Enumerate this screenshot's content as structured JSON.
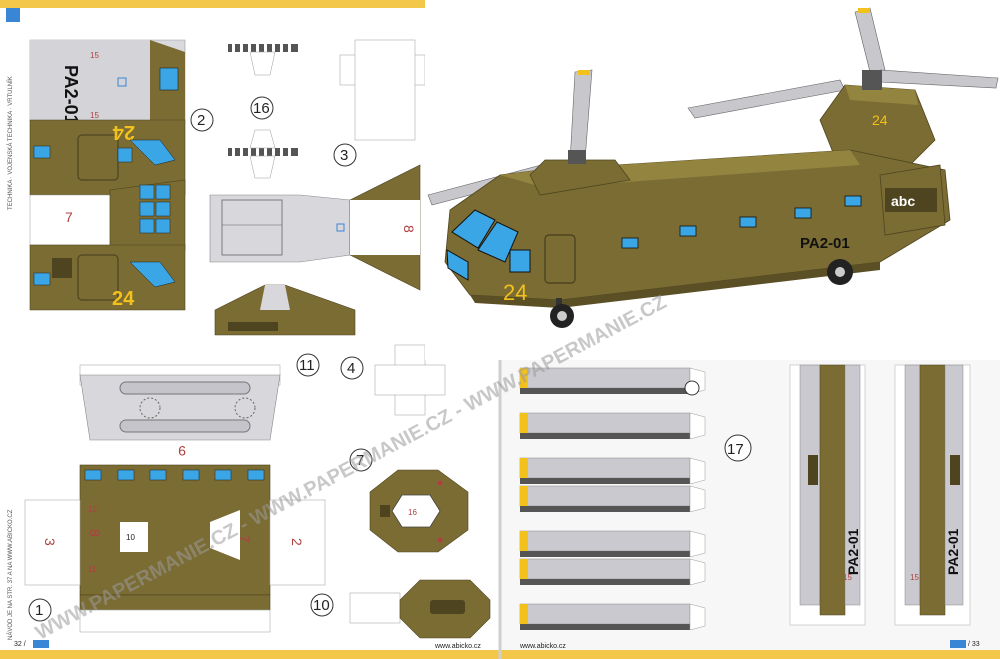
{
  "left_page": {
    "vertical_title": "TECHNIKA · VOJENSKÁ TECHNIKA · VRTULNÍK",
    "vertical_note": "NÁVOD JE NA STR. 37 A NA WWW.ABICKO.CZ",
    "page_number": "32 /",
    "site": "www.abicko.cz"
  },
  "right_page": {
    "page_number": "/ 33",
    "site": "www.abicko.cz"
  },
  "watermark": "WWW.PAPERMANIE.CZ - WWW.PAPERMANIE.CZ - WWW.PAPERMANIE.CZ",
  "helicopter": {
    "registration": "PA2-01",
    "number": "24",
    "logo": "abc"
  },
  "parts": {
    "n1": "1",
    "n2": "2",
    "n3": "3",
    "n4": "4",
    "n7": "7",
    "n10": "10",
    "n11": "11",
    "n16": "16",
    "n17": "17"
  },
  "part_marks": {
    "m7": "7",
    "m8": "8",
    "m9": "9",
    "m3": "3",
    "m2": "2",
    "m5": "5",
    "m12": "12",
    "m10": "10",
    "m11": "11",
    "m15": "15",
    "m16": "16"
  },
  "colors": {
    "olive": "#7a6c33",
    "olive_dark": "#4e4520",
    "grey_light": "#d7d7dc",
    "window_blue": "#3aa6e6",
    "yellow": "#f3c11b",
    "page_edge": "#f3c84a",
    "red_label": "#b04040"
  }
}
